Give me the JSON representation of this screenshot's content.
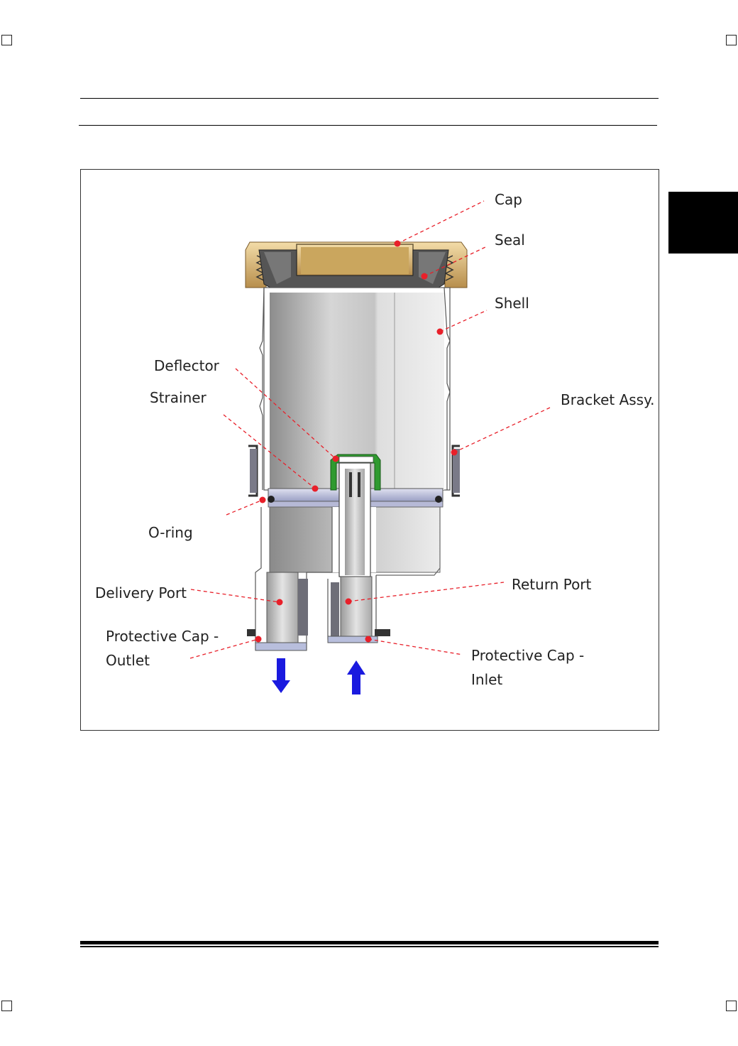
{
  "labels": {
    "cap": "Cap",
    "seal": "Seal",
    "shell": "Shell",
    "deflector": "Deflector",
    "strainer": "Strainer",
    "bracket": "Bracket Assy.",
    "oring": "O-ring",
    "delivery_port": "Delivery Port",
    "return_port": "Return Port",
    "prot_cap_outlet_l1": "Protective Cap -",
    "prot_cap_outlet_l2": "Outlet",
    "prot_cap_inlet_l1": "Protective Cap -",
    "prot_cap_inlet_l2": "Inlet"
  },
  "colors": {
    "leader": "#e8202a",
    "flow_arrow": "#1a1adf",
    "cap_brass": "#d9b779",
    "deflector_green": "#2f9a2f",
    "shell_grey": "#c8c8c8"
  },
  "icons": {
    "outlet_arrow": "arrow-down-icon",
    "inlet_arrow": "arrow-up-icon"
  }
}
